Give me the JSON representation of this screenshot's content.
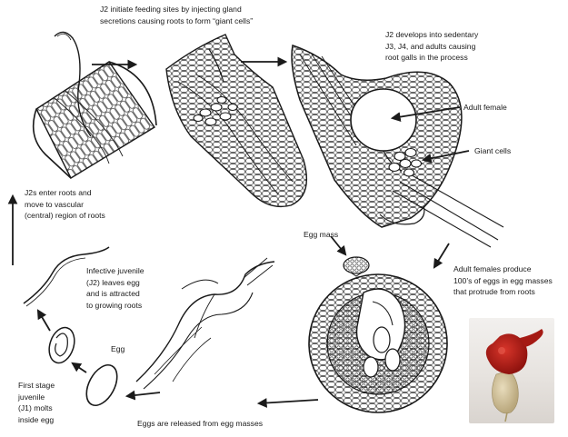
{
  "labels": {
    "j2_feeding": "J2 initiate feeding sites by injecting gland\nsecretions causing roots to form “giant cells”",
    "j2_develops": "J2 develops into sedentary\nJ3, J4, and adults causing\nroot galls in the process",
    "adult_female": "Adult female",
    "giant_cells": "Giant cells",
    "j2s_enter": "J2s enter roots and\nmove to vascular\n(central) region of roots",
    "egg_mass": "Egg mass",
    "adult_females_produce": "Adult females produce\n100’s of eggs in egg masses\nthat protrude from roots",
    "infective_juvenile": "Infective juvenile\n(J2) leaves egg\nand is attracted\nto growing roots",
    "egg": "Egg",
    "first_stage": "First stage\njuvenile\n(J1) molts\ninside egg",
    "eggs_released": "Eggs are released from egg masses"
  },
  "photo": {
    "subject": "gall-with-egg-mass-photo",
    "colors": {
      "egg_mass": "#b8221a",
      "root": "#cbbd98",
      "background": "#ece9e6"
    }
  },
  "colors": {
    "ink": "#1a1a1a",
    "paper": "#ffffff"
  }
}
